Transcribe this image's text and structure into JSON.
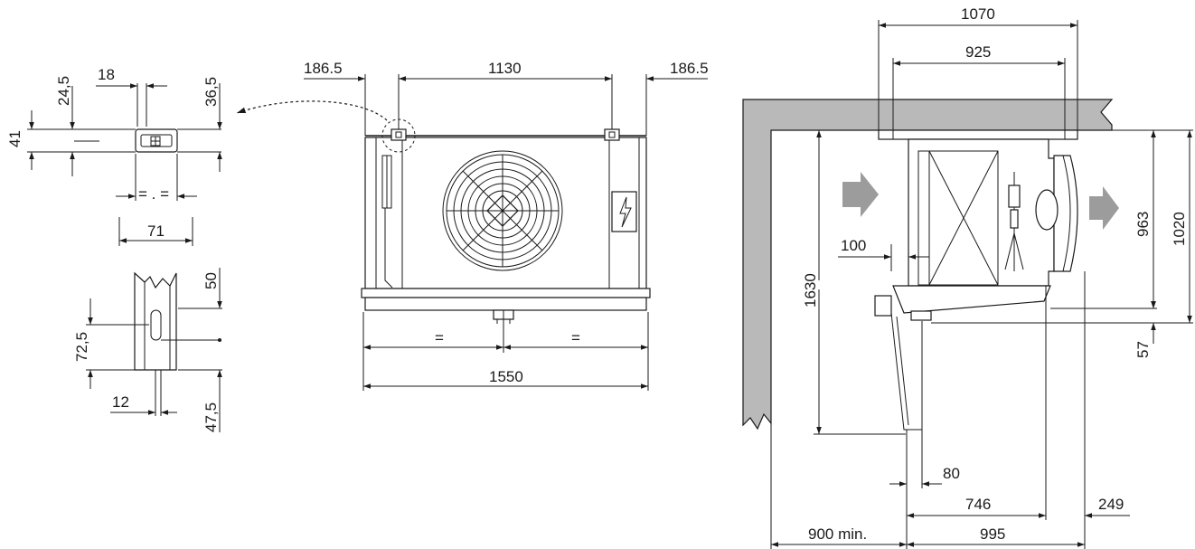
{
  "detail_bracket": {
    "width_top": "18",
    "offset_left": "24,5",
    "offset_right": "36,5",
    "height": "41",
    "equal_mark": "= . =",
    "width": "71"
  },
  "detail_slot": {
    "top": "50",
    "slot_height": "72,5",
    "bottom": "47,5",
    "slot_width": "12"
  },
  "front_view": {
    "left_margin": "186.5",
    "center_span": "1130",
    "right_margin": "186.5",
    "equal_left": "=",
    "equal_right": "=",
    "total_width": "1550"
  },
  "side_view": {
    "top_overall": "1070",
    "top_inner": "925",
    "clearance_top": "100",
    "height_total": "1630",
    "height_body": "963",
    "height_overall": "1020",
    "drain_offset": "57",
    "gap_front": "80",
    "depth_body": "746",
    "fan_depth": "249",
    "min_distance": "900 min.",
    "depth_total": "995"
  }
}
